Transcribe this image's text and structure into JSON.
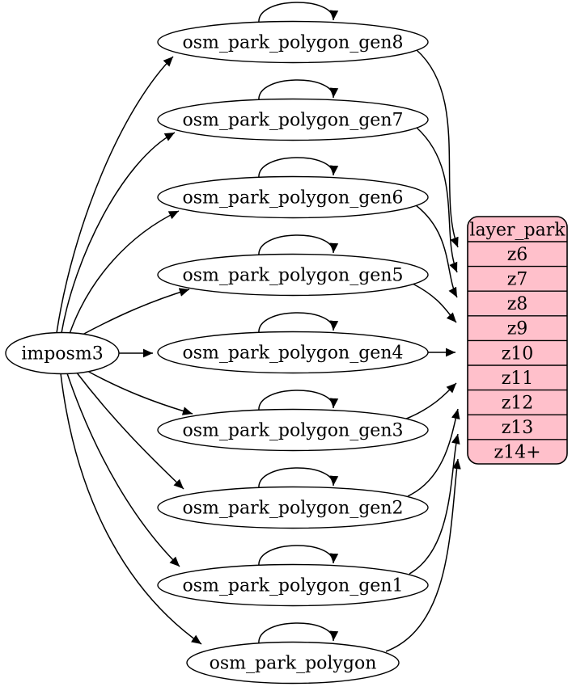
{
  "diagram": {
    "type": "digraph",
    "background": "#ffffff",
    "edge_color": "#000000",
    "node_fill": "#ffffff",
    "source": {
      "label": "imposm3"
    },
    "nodes": [
      {
        "id": "osm_park_polygon_gen8",
        "label": "osm_park_polygon_gen8"
      },
      {
        "id": "osm_park_polygon_gen7",
        "label": "osm_park_polygon_gen7"
      },
      {
        "id": "osm_park_polygon_gen6",
        "label": "osm_park_polygon_gen6"
      },
      {
        "id": "osm_park_polygon_gen5",
        "label": "osm_park_polygon_gen5"
      },
      {
        "id": "osm_park_polygon_gen4",
        "label": "osm_park_polygon_gen4"
      },
      {
        "id": "osm_park_polygon_gen3",
        "label": "osm_park_polygon_gen3"
      },
      {
        "id": "osm_park_polygon_gen2",
        "label": "osm_park_polygon_gen2"
      },
      {
        "id": "osm_park_polygon_gen1",
        "label": "osm_park_polygon_gen1"
      },
      {
        "id": "osm_park_polygon",
        "label": "osm_park_polygon"
      }
    ],
    "layer": {
      "title": "layer_park",
      "fill": "#ffc0cb",
      "zooms": [
        "z6",
        "z7",
        "z8",
        "z9",
        "z10",
        "z11",
        "z12",
        "z13",
        "z14+"
      ]
    },
    "edges": [
      {
        "from": "imposm3",
        "to": "osm_park_polygon_gen8"
      },
      {
        "from": "imposm3",
        "to": "osm_park_polygon_gen7"
      },
      {
        "from": "imposm3",
        "to": "osm_park_polygon_gen6"
      },
      {
        "from": "imposm3",
        "to": "osm_park_polygon_gen5"
      },
      {
        "from": "imposm3",
        "to": "osm_park_polygon_gen4"
      },
      {
        "from": "imposm3",
        "to": "osm_park_polygon_gen3"
      },
      {
        "from": "imposm3",
        "to": "osm_park_polygon_gen2"
      },
      {
        "from": "imposm3",
        "to": "osm_park_polygon_gen1"
      },
      {
        "from": "imposm3",
        "to": "osm_park_polygon"
      },
      {
        "from": "osm_park_polygon_gen8",
        "to": "osm_park_polygon_gen8",
        "type": "self"
      },
      {
        "from": "osm_park_polygon_gen7",
        "to": "osm_park_polygon_gen7",
        "type": "self"
      },
      {
        "from": "osm_park_polygon_gen6",
        "to": "osm_park_polygon_gen6",
        "type": "self"
      },
      {
        "from": "osm_park_polygon_gen5",
        "to": "osm_park_polygon_gen5",
        "type": "self"
      },
      {
        "from": "osm_park_polygon_gen4",
        "to": "osm_park_polygon_gen4",
        "type": "self"
      },
      {
        "from": "osm_park_polygon_gen3",
        "to": "osm_park_polygon_gen3",
        "type": "self"
      },
      {
        "from": "osm_park_polygon_gen2",
        "to": "osm_park_polygon_gen2",
        "type": "self"
      },
      {
        "from": "osm_park_polygon_gen1",
        "to": "osm_park_polygon_gen1",
        "type": "self"
      },
      {
        "from": "osm_park_polygon",
        "to": "osm_park_polygon",
        "type": "self"
      },
      {
        "from": "osm_park_polygon_gen8",
        "to": "layer_park.z6"
      },
      {
        "from": "osm_park_polygon_gen7",
        "to": "layer_park.z7"
      },
      {
        "from": "osm_park_polygon_gen6",
        "to": "layer_park.z8"
      },
      {
        "from": "osm_park_polygon_gen5",
        "to": "layer_park.z9"
      },
      {
        "from": "osm_park_polygon_gen4",
        "to": "layer_park.z10"
      },
      {
        "from": "osm_park_polygon_gen3",
        "to": "layer_park.z11"
      },
      {
        "from": "osm_park_polygon_gen2",
        "to": "layer_park.z12"
      },
      {
        "from": "osm_park_polygon_gen1",
        "to": "layer_park.z13"
      },
      {
        "from": "osm_park_polygon",
        "to": "layer_park.z14+"
      }
    ]
  }
}
